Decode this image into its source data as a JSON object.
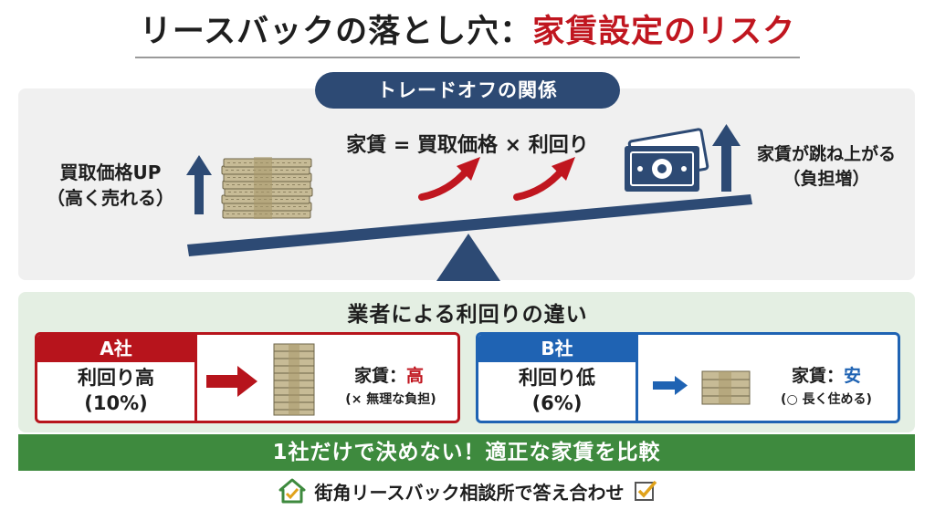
{
  "title": {
    "main": "リースバックの落とし穴：",
    "accent": "家賃設定のリスク"
  },
  "tradeoff": {
    "heading": "トレードオフの関係",
    "formula": "家賃 = 買取価格 × 利回り",
    "left_line1": "買取価格UP",
    "left_line2": "（高く売れる）",
    "right_line1": "家賃が跳ね上がる",
    "right_line2": "（負担増）"
  },
  "comparison": {
    "heading": "業者による利回りの違い",
    "company_a": {
      "name": "A社",
      "yield_label": "利回り高",
      "yield_value": "(10%)",
      "rent_prefix": "家賃：",
      "rent_level": "高",
      "rent_note": "(× 無理な負担)"
    },
    "company_b": {
      "name": "B社",
      "yield_label": "利回り低",
      "yield_value": "(6%)",
      "rent_prefix": "家賃：",
      "rent_level": "安",
      "rent_note": "(○ 長く住める)"
    }
  },
  "banner": "1社だけで決めない！適正な家賃を比較",
  "footer": "街角リースバック相談所で答え合わせ",
  "colors": {
    "accent_red": "#c0161f",
    "navy": "#2d4a74",
    "blue": "#1f63b3",
    "green": "#3e8a3e",
    "money": "#c7bb96"
  },
  "icons": [
    "money-stack-icon",
    "banknote-icon",
    "up-arrow-icon",
    "curved-arrow-icon",
    "right-arrow-icon",
    "house-icon",
    "checkbox-icon"
  ]
}
